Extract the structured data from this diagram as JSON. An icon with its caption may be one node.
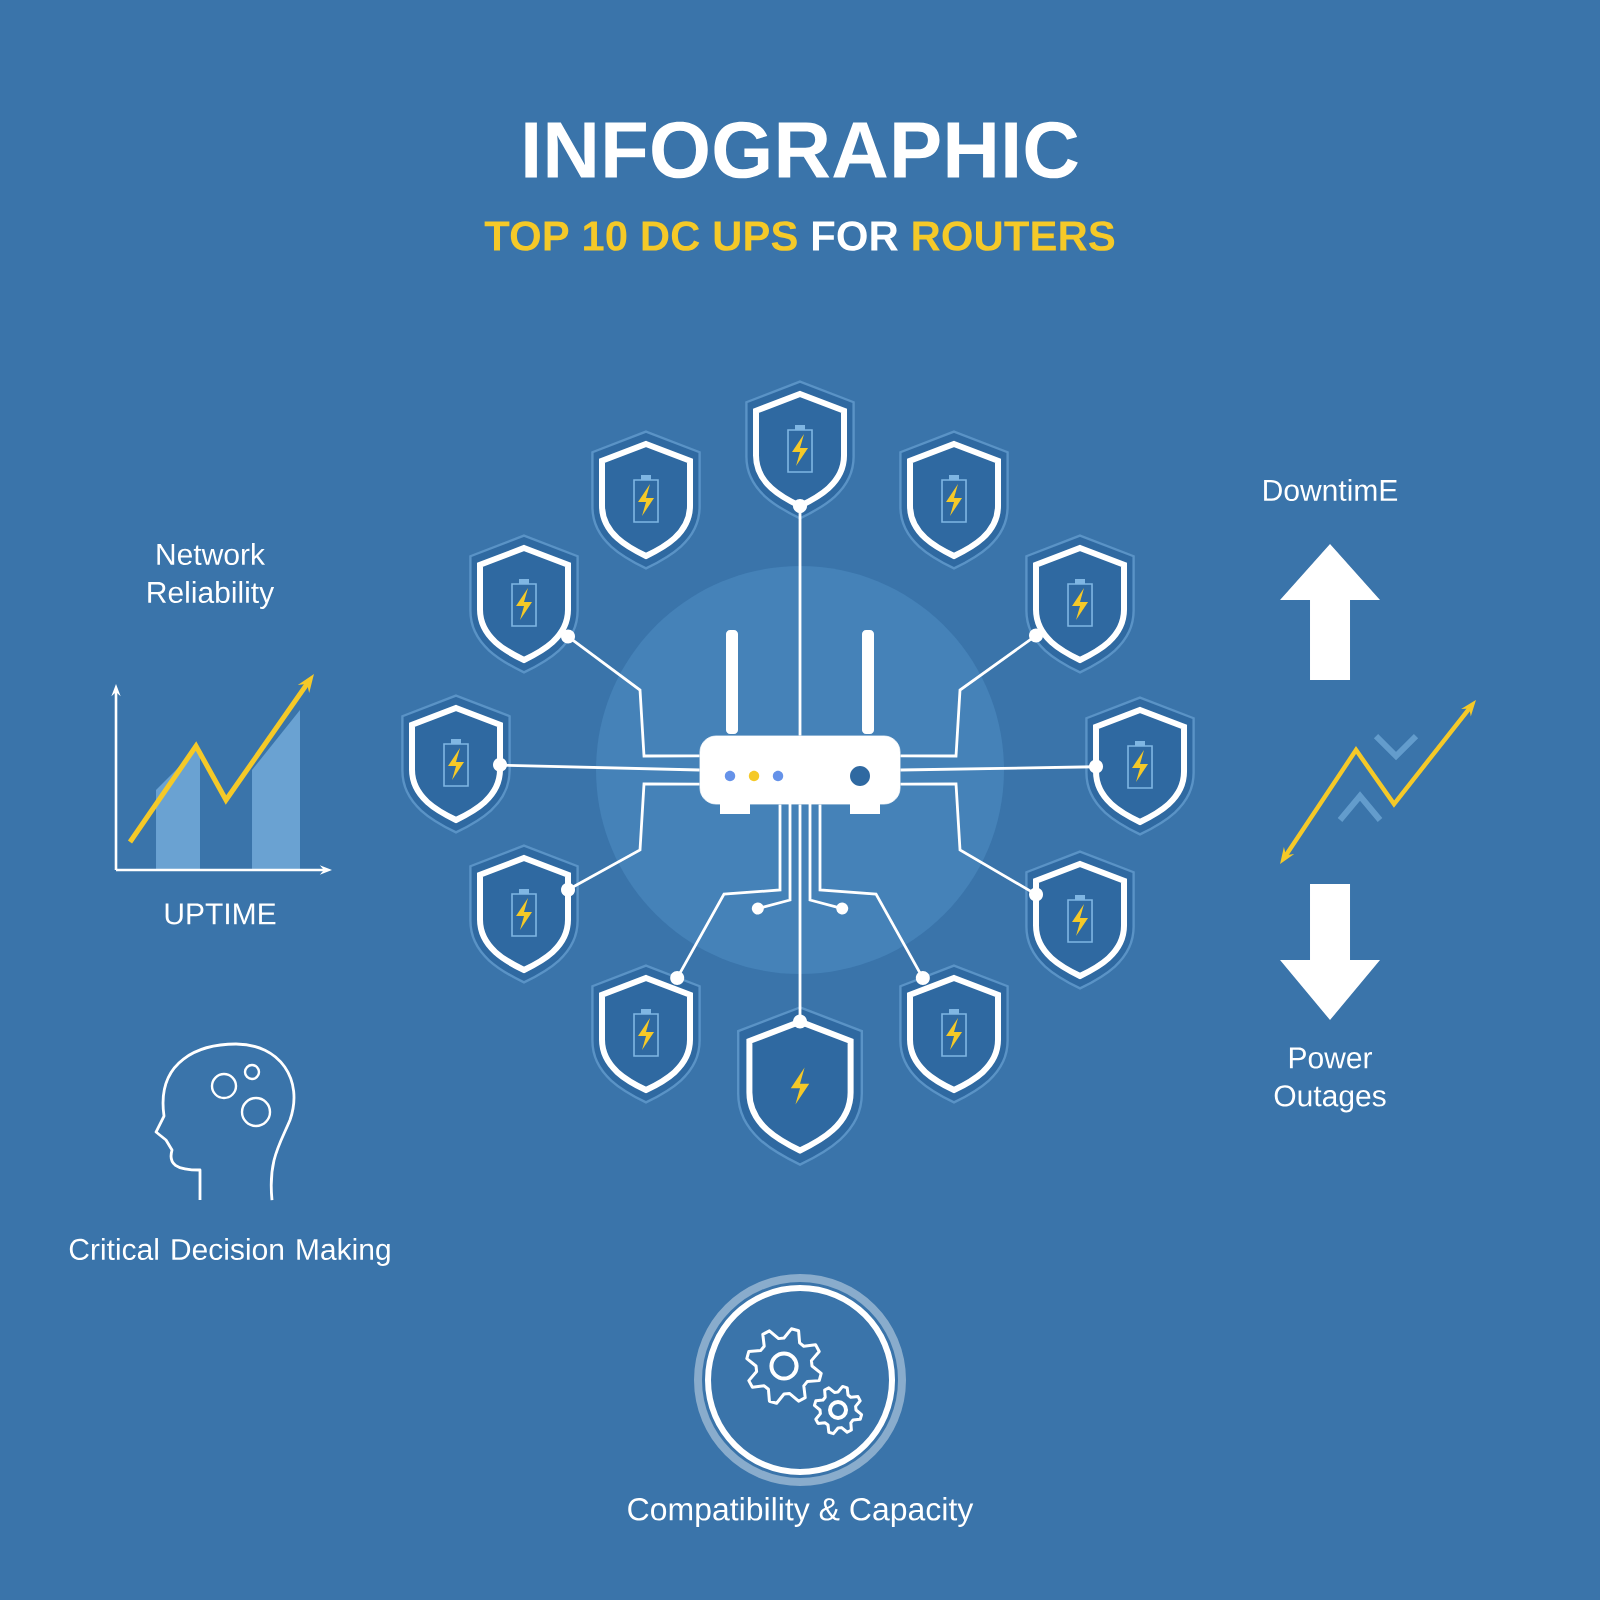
{
  "diagram": {
    "title": "INFOGRAPHIC",
    "nodes": [
      {
        "text": [],
        "shape": "picture"
      },
      {
        "text": [],
        "shape": "shield"
      },
      {
        "text": [],
        "shape": "shield"
      },
      {
        "text": [],
        "shape": "shield"
      },
      {
        "text": [],
        "shape": "shield"
      },
      {
        "text": [],
        "shape": "shield"
      },
      {
        "text": [],
        "shape": "shield"
      },
      {
        "text": [],
        "shape": "shield"
      },
      {
        "text": [],
        "shape": "shield"
      },
      {
        "text": [],
        "shape": "shield"
      },
      {
        "text": [],
        "shape": "shield"
      },
      {
        "text": [],
        "shape": "shield"
      },
      {
        "text": [],
        "shape": "shield"
      },
      {
        "text": [
          "Compatibility & Capacity"
        ]
      }
    ],
    "edges": [
      {
        "from": 0,
        "to": 1,
        "arrow": "other"
      },
      {
        "from": 0,
        "to": 4,
        "arrow": "other"
      },
      {
        "from": 0,
        "to": 5,
        "arrow": "other"
      },
      {
        "from": 0,
        "to": 6,
        "arrow": "other"
      },
      {
        "from": 0,
        "to": 7,
        "arrow": "other"
      },
      {
        "from": 0,
        "to": 8,
        "arrow": "other"
      },
      {
        "from": 0,
        "to": 9,
        "arrow": "other"
      },
      {
        "from": 0,
        "to": 10,
        "arrow": "other"
      },
      {
        "from": 0,
        "to": 11,
        "arrow": "other"
      },
      {
        "from": 0,
        "to": 12,
        "arrow": "other"
      }
    ],
    "labels": [
      "TOP 10 DC UPS",
      "FOR",
      "ROUTERS",
      "Network Reliability",
      "UPTIME",
      "Critical Decision Making",
      "DowntimE",
      "Power Outages"
    ]
  }
}
